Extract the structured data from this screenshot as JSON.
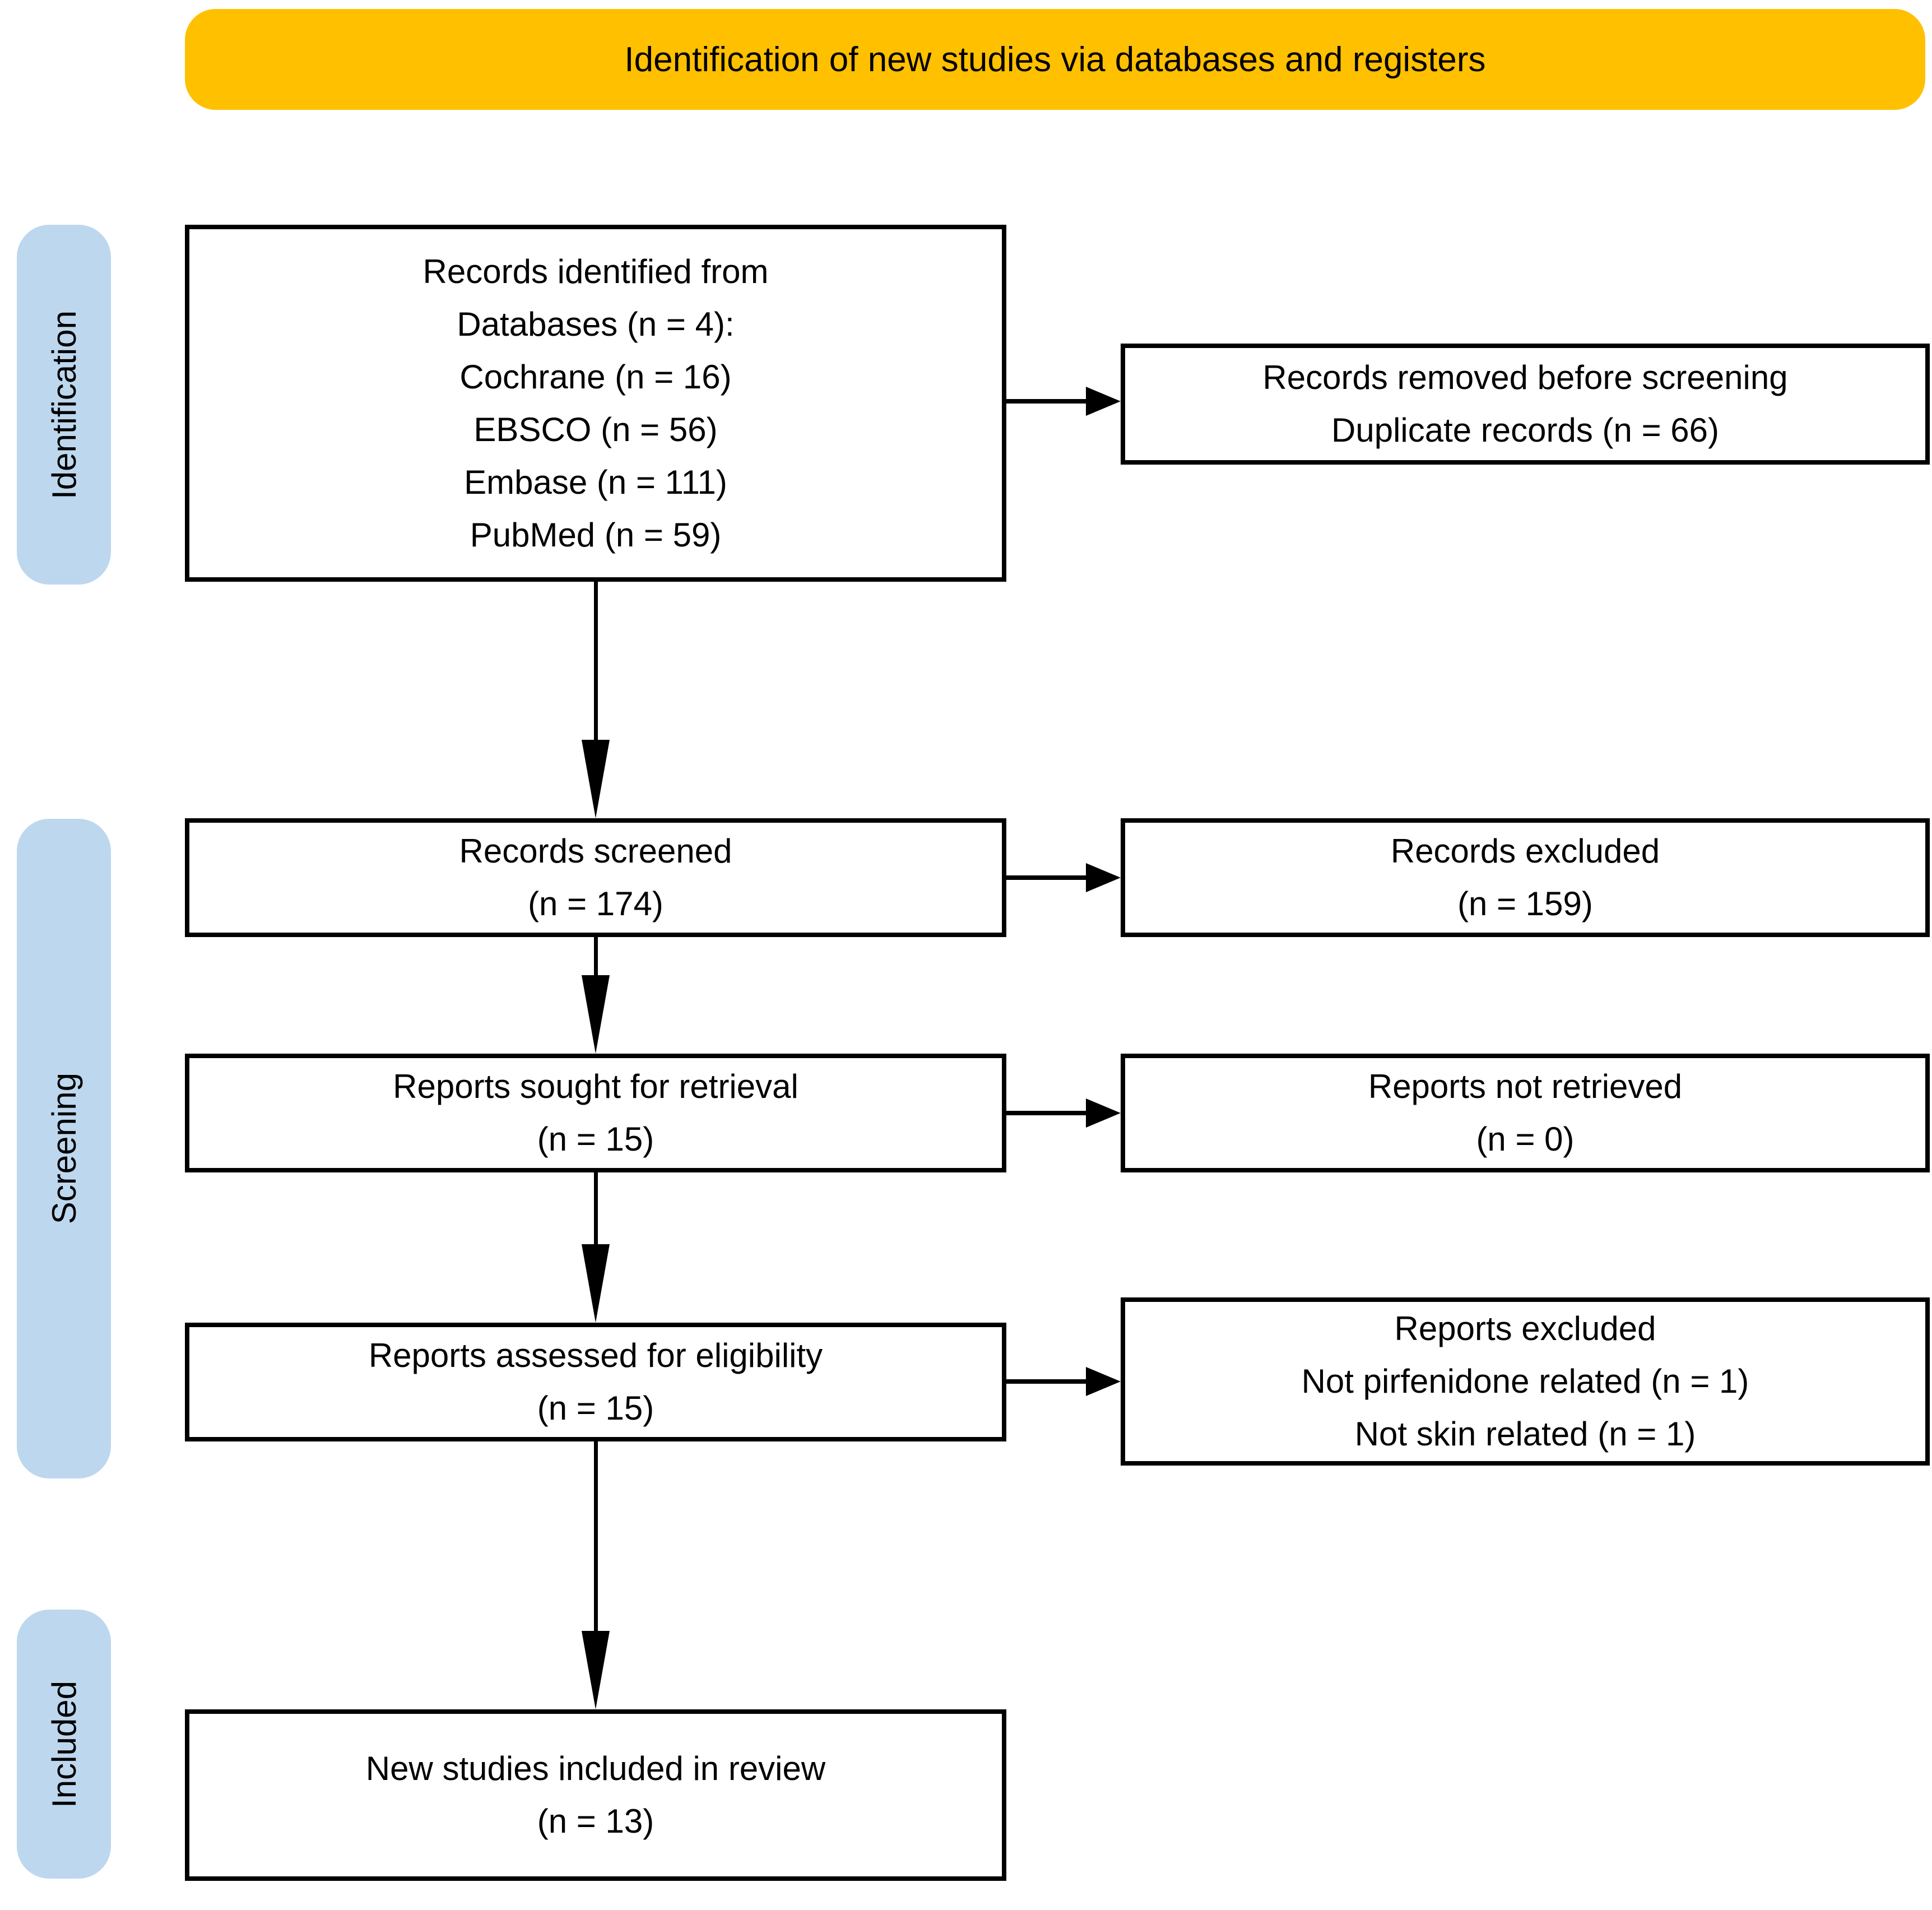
{
  "title": "Identification of new studies via databases and registers",
  "colors": {
    "banner_background": "#FFC000",
    "stage_label_background": "#BDD7EE",
    "box_border": "#000000",
    "arrow": "#000000",
    "text": "#000000",
    "page_background": "#FFFFFF"
  },
  "stages": {
    "identification": "Identification",
    "screening": "Screening",
    "included": "Included"
  },
  "boxes": {
    "records_identified": {
      "lines": [
        "Records identified from",
        "Databases (n = 4):",
        "Cochrane (n = 16)",
        "EBSCO (n = 56)",
        "Embase (n = 111)",
        "PubMed (n = 59)"
      ]
    },
    "records_removed": {
      "lines": [
        "Records removed before screening",
        "Duplicate records (n = 66)"
      ]
    },
    "records_screened": {
      "lines": [
        "Records screened",
        "(n = 174)"
      ]
    },
    "records_excluded": {
      "lines": [
        "Records excluded",
        "(n = 159)"
      ]
    },
    "reports_sought": {
      "lines": [
        "Reports sought for retrieval",
        "(n = 15)"
      ]
    },
    "reports_not_retrieved": {
      "lines": [
        "Reports not retrieved",
        "(n = 0)"
      ]
    },
    "reports_assessed": {
      "lines": [
        "Reports assessed for eligibility",
        "(n = 15)"
      ]
    },
    "reports_excluded": {
      "lines": [
        "Reports excluded",
        "Not pirfenidone related (n = 1)",
        "Not skin related (n = 1)"
      ]
    },
    "new_studies_included": {
      "lines": [
        "New studies included in review",
        "(n = 13)"
      ]
    }
  }
}
